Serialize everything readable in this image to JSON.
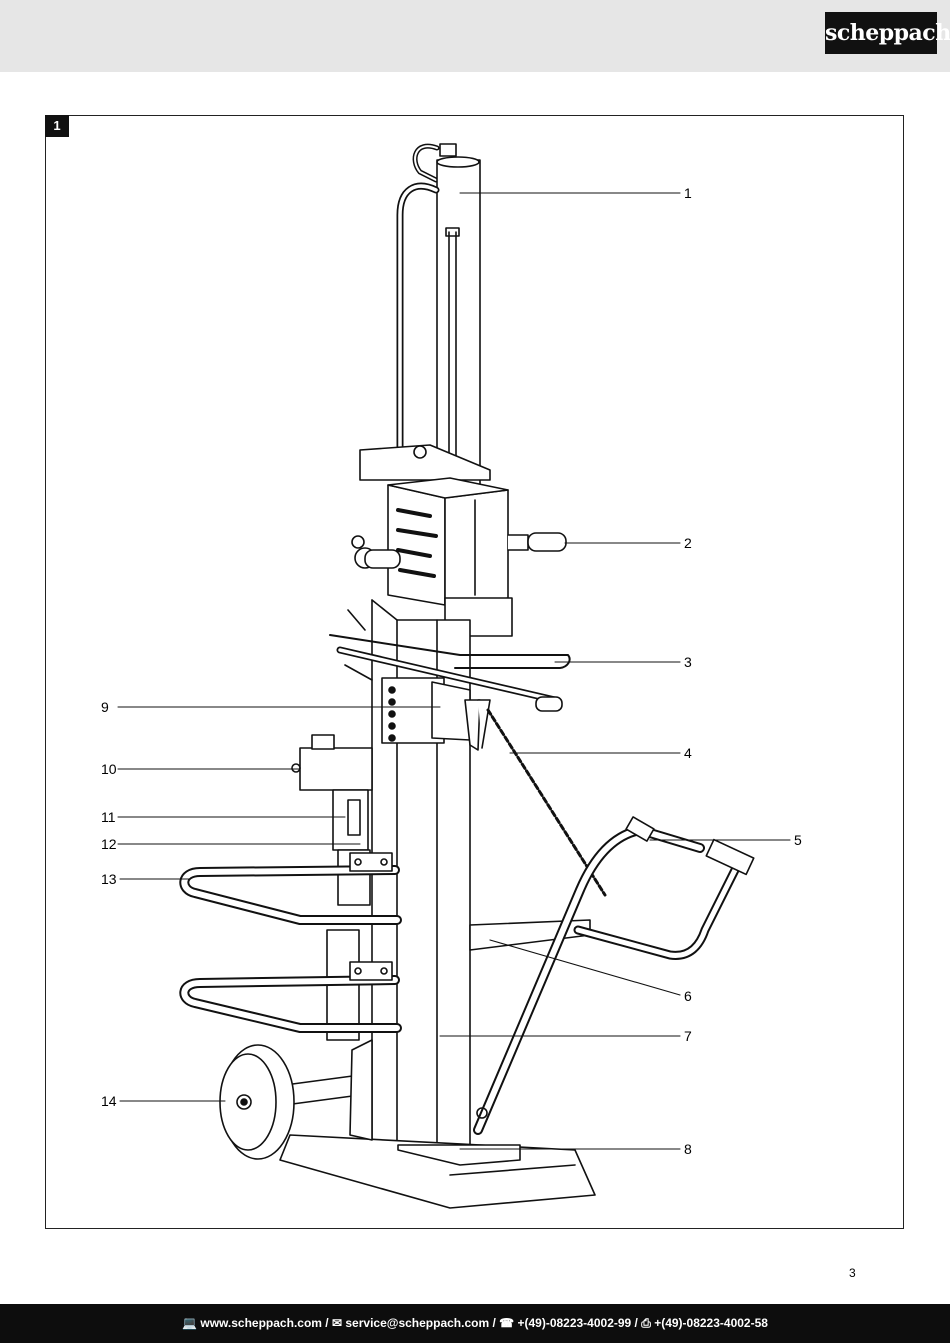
{
  "header": {
    "brand": "scheppach"
  },
  "figure": {
    "number": "1",
    "callouts": [
      {
        "id": "1",
        "label": "1"
      },
      {
        "id": "2",
        "label": "2"
      },
      {
        "id": "3",
        "label": "3"
      },
      {
        "id": "4",
        "label": "4"
      },
      {
        "id": "5",
        "label": "5"
      },
      {
        "id": "6",
        "label": "6"
      },
      {
        "id": "7",
        "label": "7"
      },
      {
        "id": "8",
        "label": "8"
      },
      {
        "id": "9",
        "label": "9"
      },
      {
        "id": "10",
        "label": "10"
      },
      {
        "id": "11",
        "label": "11"
      },
      {
        "id": "12",
        "label": "12"
      },
      {
        "id": "13",
        "label": "13"
      },
      {
        "id": "14",
        "label": "14"
      }
    ]
  },
  "page_number": "3",
  "footer": {
    "web": "www.scheppach.com",
    "email": "service@scheppach.com",
    "phone": "+(49)-08223-4002-99",
    "fax": "+(49)-08223-4002-58",
    "sep": " / ",
    "icons": [
      "computer-icon",
      "email-icon",
      "phone-icon",
      "fax-icon"
    ]
  }
}
